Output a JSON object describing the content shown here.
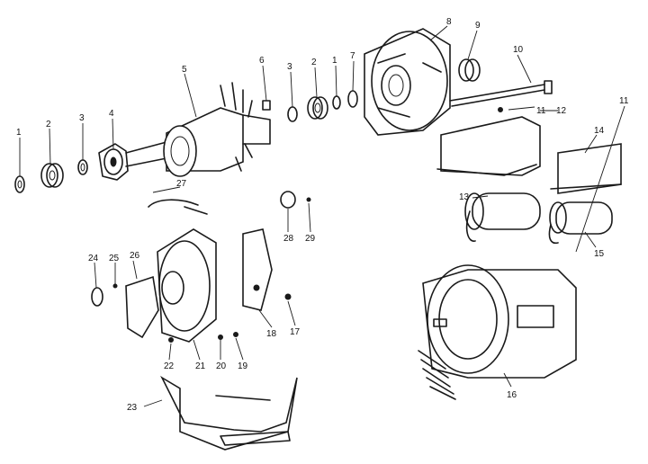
{
  "callouts": [
    {
      "id": "1",
      "text": "1"
    },
    {
      "id": "2",
      "text": "2"
    },
    {
      "id": "3",
      "text": "3"
    },
    {
      "id": "4",
      "text": "4"
    },
    {
      "id": "5",
      "text": "5"
    },
    {
      "id": "6",
      "text": "6"
    },
    {
      "id": "3b",
      "text": "3"
    },
    {
      "id": "2b",
      "text": "2"
    },
    {
      "id": "1b",
      "text": "1"
    },
    {
      "id": "7",
      "text": "7"
    },
    {
      "id": "8",
      "text": "8"
    },
    {
      "id": "9",
      "text": "9"
    },
    {
      "id": "10",
      "text": "10"
    },
    {
      "id": "11",
      "text": "11"
    },
    {
      "id": "11b",
      "text": "11"
    },
    {
      "id": "12",
      "text": "12"
    },
    {
      "id": "13",
      "text": "13"
    },
    {
      "id": "14",
      "text": "14"
    },
    {
      "id": "15",
      "text": "15"
    },
    {
      "id": "16",
      "text": "16"
    },
    {
      "id": "17",
      "text": "17"
    },
    {
      "id": "18",
      "text": "18"
    },
    {
      "id": "19",
      "text": "19"
    },
    {
      "id": "20",
      "text": "20"
    },
    {
      "id": "21",
      "text": "21"
    },
    {
      "id": "22",
      "text": "22"
    },
    {
      "id": "23",
      "text": "23"
    },
    {
      "id": "24",
      "text": "24"
    },
    {
      "id": "25",
      "text": "25"
    },
    {
      "id": "26",
      "text": "26"
    },
    {
      "id": "27",
      "text": "27"
    },
    {
      "id": "28",
      "text": "28"
    },
    {
      "id": "29",
      "text": "29"
    }
  ]
}
